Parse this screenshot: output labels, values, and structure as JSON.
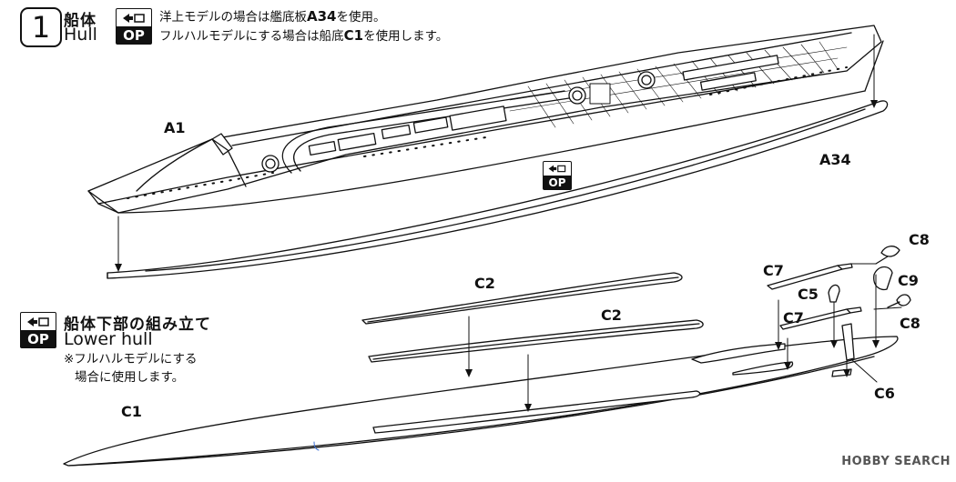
{
  "step": {
    "number": "1",
    "title_jp": "船体",
    "title_en": "Hull",
    "note_line1_pre": "洋上モデルの場合は艦底板",
    "note_line1_part": "A34",
    "note_line1_post": "を使用。",
    "note_line2_pre": "フルハルモデルにする場合は船底",
    "note_line2_part": "C1",
    "note_line2_post": "を使用します。"
  },
  "op_icon": {
    "label": "OP",
    "glyph": "arrow-swap-icon"
  },
  "lower_section": {
    "title_jp": "船体下部の組み立て",
    "title_en": "Lower hull",
    "note_line1": "※フルハルモデルにする",
    "note_line2": "場合に使用します。"
  },
  "part_labels": {
    "a1": "A1",
    "a34": "A34",
    "c1": "C1",
    "c2_upper": "C2",
    "c2_lower": "C2",
    "c5": "C5",
    "c6": "C6",
    "c7_upper": "C7",
    "c7_lower": "C7",
    "c8_upper": "C8",
    "c8_lower": "C8",
    "c9": "C9"
  },
  "watermark": "HOBBY SEARCH"
}
